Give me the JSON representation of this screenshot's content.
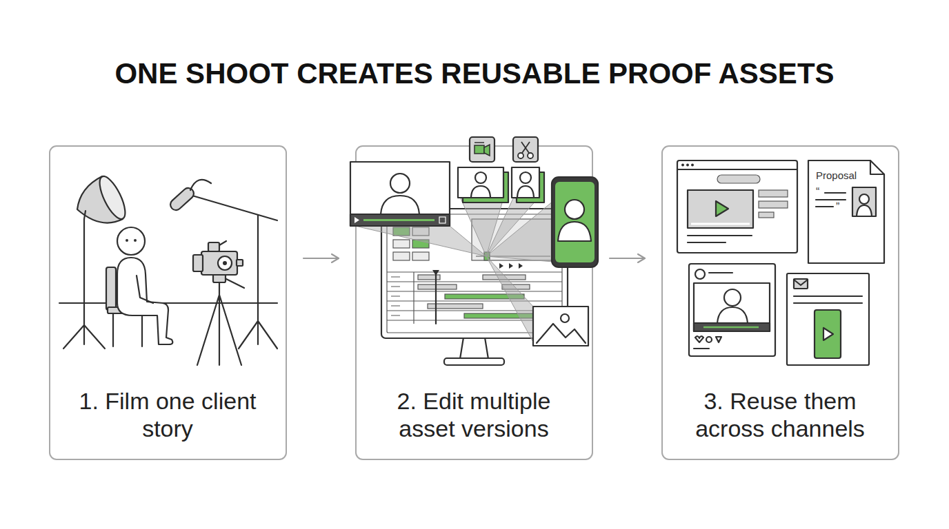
{
  "diagram": {
    "title": "ONE SHOOT CREATES REUSABLE PROOF ASSETS",
    "nodes": [
      {
        "text": [
          "1. Film one client story"
        ]
      },
      {
        "text": [
          "2. Edit multiple asset versions"
        ]
      },
      {
        "text": [
          "3. Reuse them across channels"
        ]
      }
    ],
    "edges": [
      {
        "from": 0,
        "to": 1,
        "arrow": "to"
      },
      {
        "from": 1,
        "to": 2,
        "arrow": "to"
      }
    ],
    "labels": [
      "Proposal",
      "“",
      "”"
    ]
  }
}
